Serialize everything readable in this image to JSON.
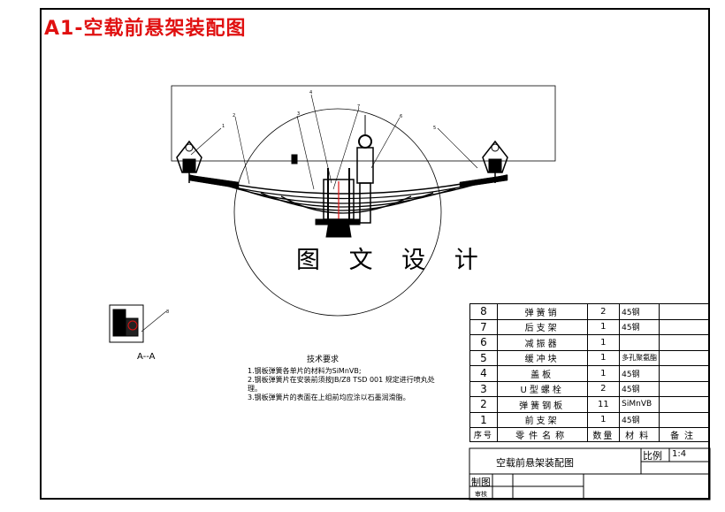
{
  "title": "A1-空载前悬架装配图",
  "watermark": "图 文 设 计",
  "section_label": "A--A",
  "callouts": [
    "1",
    "2",
    "3",
    "4",
    "5",
    "6",
    "7",
    "8"
  ],
  "requirements": {
    "heading": "技术要求",
    "items": [
      "1.钢板弹簧各单片的材料为SiMnVB;",
      "2.钢板弹簧片在安装前须按JB/Z8 TSD 001 规定进行喷丸处理。",
      "3.钢板弹簧片的表面在上组前均应涂以石墨润滑脂。"
    ]
  },
  "bom": {
    "rows": [
      {
        "no": "8",
        "name": "弹簧销",
        "qty": "2",
        "material": "45钢",
        "remark": ""
      },
      {
        "no": "7",
        "name": "后支架",
        "qty": "1",
        "material": "45钢",
        "remark": ""
      },
      {
        "no": "6",
        "name": "减振器",
        "qty": "1",
        "material": "",
        "remark": ""
      },
      {
        "no": "5",
        "name": "缓冲块",
        "qty": "1",
        "material": "多孔聚氨酯",
        "remark": ""
      },
      {
        "no": "4",
        "name": "盖板",
        "qty": "1",
        "material": "45钢",
        "remark": ""
      },
      {
        "no": "3",
        "name": "U型螺栓",
        "qty": "2",
        "material": "45钢",
        "remark": ""
      },
      {
        "no": "2",
        "name": "弹簧钢板",
        "qty": "11",
        "material": "SiMnVB",
        "remark": ""
      },
      {
        "no": "1",
        "name": "前支架",
        "qty": "1",
        "material": "45钢",
        "remark": ""
      }
    ],
    "header": {
      "no": "序号",
      "name": "零件名称",
      "qty": "数量",
      "material": "材料",
      "remark": "备注"
    }
  },
  "title_block": {
    "drawing_name": "空载前悬架装配图",
    "scale_label": "比例",
    "scale_value": "1:4",
    "drawn_by_label": "制图",
    "checked_label": "审核"
  },
  "colors": {
    "title": "#e01010",
    "line": "#000000",
    "paper": "#ffffff"
  }
}
